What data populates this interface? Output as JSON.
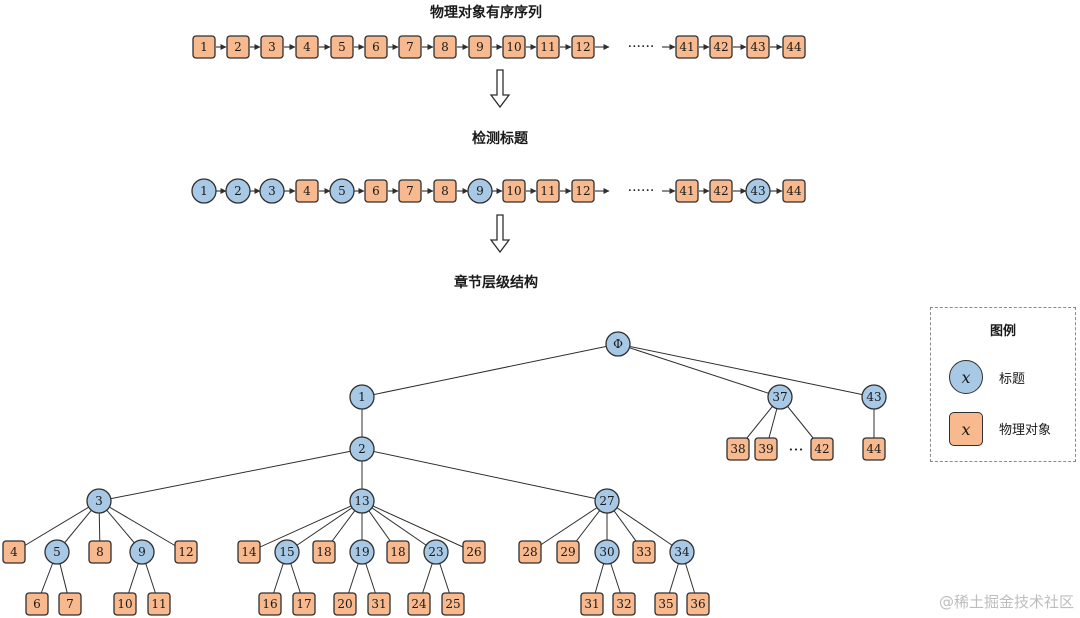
{
  "headings": {
    "sequence": "物理对象有序序列",
    "detect": "检测标题",
    "hierarchy": "章节层级结构"
  },
  "sequence_row1": [
    {
      "label": "1",
      "kind": "object"
    },
    {
      "label": "2",
      "kind": "object"
    },
    {
      "label": "3",
      "kind": "object"
    },
    {
      "label": "4",
      "kind": "object"
    },
    {
      "label": "5",
      "kind": "object"
    },
    {
      "label": "6",
      "kind": "object"
    },
    {
      "label": "7",
      "kind": "object"
    },
    {
      "label": "8",
      "kind": "object"
    },
    {
      "label": "9",
      "kind": "object"
    },
    {
      "label": "10",
      "kind": "object"
    },
    {
      "label": "11",
      "kind": "object"
    },
    {
      "label": "12",
      "kind": "object"
    },
    {
      "label": "41",
      "kind": "object"
    },
    {
      "label": "42",
      "kind": "object"
    },
    {
      "label": "43",
      "kind": "object"
    },
    {
      "label": "44",
      "kind": "object"
    }
  ],
  "sequence_row2": [
    {
      "label": "1",
      "kind": "title"
    },
    {
      "label": "2",
      "kind": "title"
    },
    {
      "label": "3",
      "kind": "title"
    },
    {
      "label": "4",
      "kind": "object"
    },
    {
      "label": "5",
      "kind": "title"
    },
    {
      "label": "6",
      "kind": "object"
    },
    {
      "label": "7",
      "kind": "object"
    },
    {
      "label": "8",
      "kind": "object"
    },
    {
      "label": "9",
      "kind": "title"
    },
    {
      "label": "10",
      "kind": "object"
    },
    {
      "label": "11",
      "kind": "object"
    },
    {
      "label": "12",
      "kind": "object"
    },
    {
      "label": "41",
      "kind": "object"
    },
    {
      "label": "42",
      "kind": "object"
    },
    {
      "label": "43",
      "kind": "title"
    },
    {
      "label": "44",
      "kind": "object"
    }
  ],
  "ellipsis": "······",
  "tree_ellipsis": "···",
  "tree": {
    "nodes": [
      {
        "id": "root",
        "label": "Φ",
        "kind": "title"
      },
      {
        "id": "n1",
        "label": "1",
        "kind": "title"
      },
      {
        "id": "n37",
        "label": "37",
        "kind": "title"
      },
      {
        "id": "n43",
        "label": "43",
        "kind": "title"
      },
      {
        "id": "n2",
        "label": "2",
        "kind": "title"
      },
      {
        "id": "n38",
        "label": "38",
        "kind": "object"
      },
      {
        "id": "n39",
        "label": "39",
        "kind": "object"
      },
      {
        "id": "n42",
        "label": "42",
        "kind": "object"
      },
      {
        "id": "n44",
        "label": "44",
        "kind": "object"
      },
      {
        "id": "n3",
        "label": "3",
        "kind": "title"
      },
      {
        "id": "n13",
        "label": "13",
        "kind": "title"
      },
      {
        "id": "n27",
        "label": "27",
        "kind": "title"
      },
      {
        "id": "a4",
        "label": "4",
        "kind": "object"
      },
      {
        "id": "a5",
        "label": "5",
        "kind": "title"
      },
      {
        "id": "a8",
        "label": "8",
        "kind": "object"
      },
      {
        "id": "a9",
        "label": "9",
        "kind": "title"
      },
      {
        "id": "a12",
        "label": "12",
        "kind": "object"
      },
      {
        "id": "a6",
        "label": "6",
        "kind": "object"
      },
      {
        "id": "a7",
        "label": "7",
        "kind": "object"
      },
      {
        "id": "a10",
        "label": "10",
        "kind": "object"
      },
      {
        "id": "a11",
        "label": "11",
        "kind": "object"
      },
      {
        "id": "b14",
        "label": "14",
        "kind": "object"
      },
      {
        "id": "b15",
        "label": "15",
        "kind": "title"
      },
      {
        "id": "b18a",
        "label": "18",
        "kind": "object"
      },
      {
        "id": "b19",
        "label": "19",
        "kind": "title"
      },
      {
        "id": "b18b",
        "label": "18",
        "kind": "object"
      },
      {
        "id": "b23",
        "label": "23",
        "kind": "title"
      },
      {
        "id": "b26",
        "label": "26",
        "kind": "object"
      },
      {
        "id": "b16",
        "label": "16",
        "kind": "object"
      },
      {
        "id": "b17",
        "label": "17",
        "kind": "object"
      },
      {
        "id": "b20",
        "label": "20",
        "kind": "object"
      },
      {
        "id": "b31",
        "label": "31",
        "kind": "object"
      },
      {
        "id": "b24",
        "label": "24",
        "kind": "object"
      },
      {
        "id": "b25",
        "label": "25",
        "kind": "object"
      },
      {
        "id": "c28",
        "label": "28",
        "kind": "object"
      },
      {
        "id": "c29",
        "label": "29",
        "kind": "object"
      },
      {
        "id": "c30",
        "label": "30",
        "kind": "title"
      },
      {
        "id": "c33",
        "label": "33",
        "kind": "object"
      },
      {
        "id": "c34",
        "label": "34",
        "kind": "title"
      },
      {
        "id": "c31",
        "label": "31",
        "kind": "object"
      },
      {
        "id": "c32",
        "label": "32",
        "kind": "object"
      },
      {
        "id": "c35",
        "label": "35",
        "kind": "object"
      },
      {
        "id": "c36",
        "label": "36",
        "kind": "object"
      }
    ],
    "edges": [
      [
        "root",
        "n1"
      ],
      [
        "root",
        "n37"
      ],
      [
        "root",
        "n43"
      ],
      [
        "n1",
        "n2"
      ],
      [
        "n37",
        "n38"
      ],
      [
        "n37",
        "n39"
      ],
      [
        "n37",
        "n42"
      ],
      [
        "n43",
        "n44"
      ],
      [
        "n2",
        "n3"
      ],
      [
        "n2",
        "n13"
      ],
      [
        "n2",
        "n27"
      ],
      [
        "n3",
        "a4"
      ],
      [
        "n3",
        "a5"
      ],
      [
        "n3",
        "a8"
      ],
      [
        "n3",
        "a9"
      ],
      [
        "n3",
        "a12"
      ],
      [
        "a5",
        "a6"
      ],
      [
        "a5",
        "a7"
      ],
      [
        "a9",
        "a10"
      ],
      [
        "a9",
        "a11"
      ],
      [
        "n13",
        "b14"
      ],
      [
        "n13",
        "b15"
      ],
      [
        "n13",
        "b18a"
      ],
      [
        "n13",
        "b19"
      ],
      [
        "n13",
        "b18b"
      ],
      [
        "n13",
        "b23"
      ],
      [
        "n13",
        "b26"
      ],
      [
        "b15",
        "b16"
      ],
      [
        "b15",
        "b17"
      ],
      [
        "b19",
        "b20"
      ],
      [
        "b19",
        "b31"
      ],
      [
        "b23",
        "b24"
      ],
      [
        "b23",
        "b25"
      ],
      [
        "n27",
        "c28"
      ],
      [
        "n27",
        "c29"
      ],
      [
        "n27",
        "c30"
      ],
      [
        "n27",
        "c33"
      ],
      [
        "n27",
        "c34"
      ],
      [
        "c30",
        "c31"
      ],
      [
        "c30",
        "c32"
      ],
      [
        "c34",
        "c35"
      ],
      [
        "c34",
        "c36"
      ]
    ]
  },
  "legend": {
    "title": "图例",
    "symbol": "x",
    "title_label": "标题",
    "object_label": "物理对象"
  },
  "colors": {
    "title_fill": "#a8c9e6",
    "object_fill": "#f7b98d",
    "stroke": "#2f2f2f"
  },
  "watermark": "@稀土掘金技术社区"
}
